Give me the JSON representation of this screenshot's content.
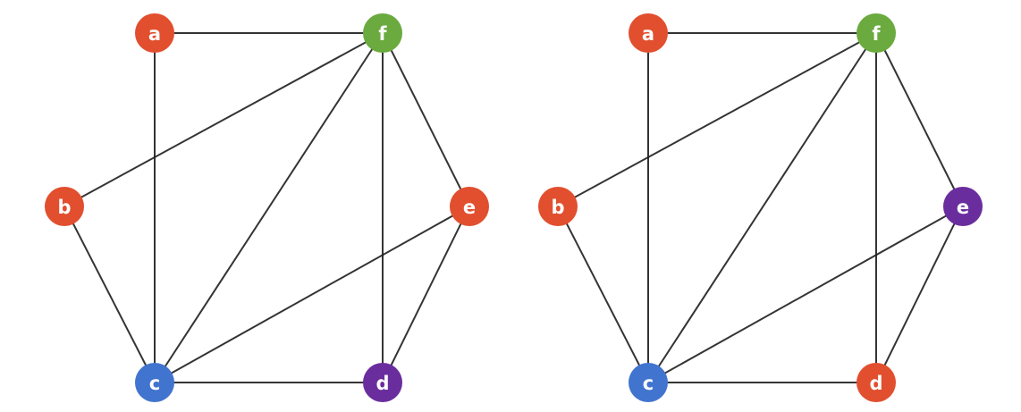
{
  "colors": {
    "red": "#e14f2e",
    "green": "#6aaa3f",
    "blue": "#4174ce",
    "purple": "#6a2d9e",
    "edge": "#1f1f1f"
  },
  "graphs": [
    {
      "id": "graph-left",
      "nodes": [
        {
          "id": "a",
          "label": "a",
          "color": "red"
        },
        {
          "id": "f",
          "label": "f",
          "color": "green"
        },
        {
          "id": "b",
          "label": "b",
          "color": "red"
        },
        {
          "id": "e",
          "label": "e",
          "color": "red"
        },
        {
          "id": "c",
          "label": "c",
          "color": "blue"
        },
        {
          "id": "d",
          "label": "d",
          "color": "purple"
        }
      ],
      "edges": [
        [
          "a",
          "f"
        ],
        [
          "a",
          "c"
        ],
        [
          "b",
          "f"
        ],
        [
          "b",
          "c"
        ],
        [
          "f",
          "c"
        ],
        [
          "f",
          "d"
        ],
        [
          "f",
          "e"
        ],
        [
          "e",
          "c"
        ],
        [
          "e",
          "d"
        ],
        [
          "c",
          "d"
        ]
      ]
    },
    {
      "id": "graph-right",
      "nodes": [
        {
          "id": "a",
          "label": "a",
          "color": "red"
        },
        {
          "id": "f",
          "label": "f",
          "color": "green"
        },
        {
          "id": "b",
          "label": "b",
          "color": "red"
        },
        {
          "id": "e",
          "label": "e",
          "color": "purple"
        },
        {
          "id": "c",
          "label": "c",
          "color": "blue"
        },
        {
          "id": "d",
          "label": "d",
          "color": "red"
        }
      ],
      "edges": [
        [
          "a",
          "f"
        ],
        [
          "a",
          "c"
        ],
        [
          "b",
          "f"
        ],
        [
          "b",
          "c"
        ],
        [
          "f",
          "c"
        ],
        [
          "f",
          "d"
        ],
        [
          "f",
          "e"
        ],
        [
          "e",
          "c"
        ],
        [
          "e",
          "d"
        ],
        [
          "c",
          "d"
        ]
      ]
    }
  ]
}
